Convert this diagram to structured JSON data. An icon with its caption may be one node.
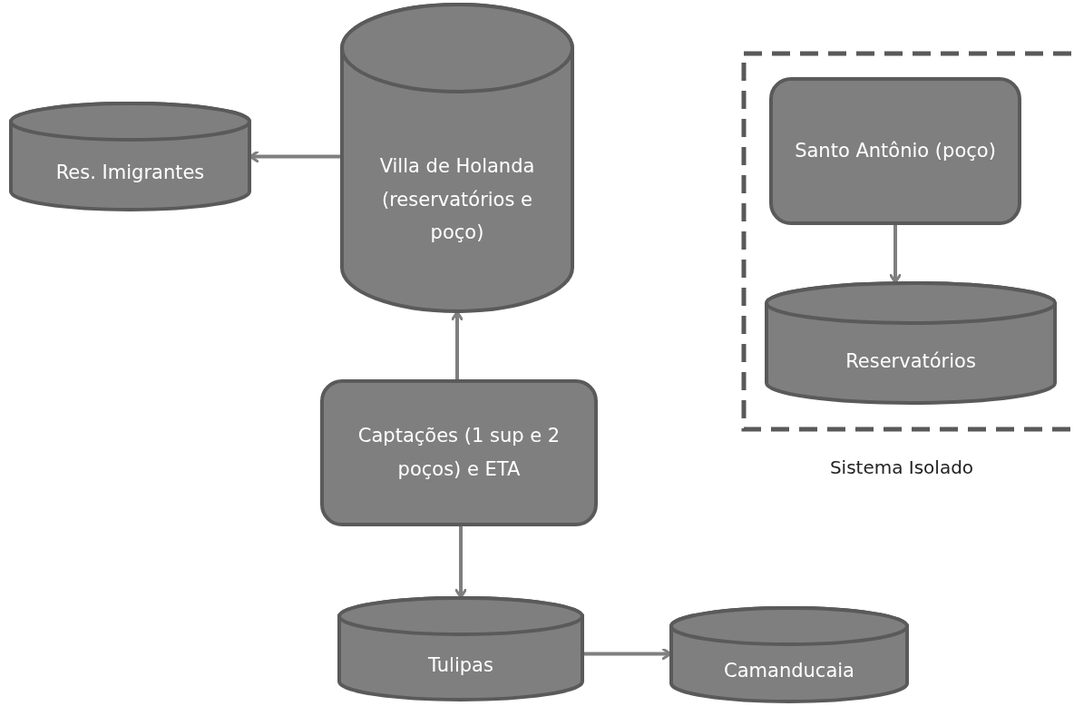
{
  "diagram": {
    "nodes": [
      {
        "text": [
          "Res. Imigrantes"
        ]
      },
      {
        "text": [
          "Villa de Holanda (reservatórios e poço)"
        ]
      },
      {
        "text": [
          "Sistema Isolado"
        ]
      },
      {
        "text": [
          "Santo Antônio (poço)"
        ],
        "in": 2
      },
      {
        "text": [
          "Reservatórios"
        ],
        "in": 2
      },
      {
        "text": [
          "Captações (1 sup e 2 poços) e ETA"
        ]
      },
      {
        "text": [
          "Tulipas"
        ]
      },
      {
        "text": [
          "Camanducaia"
        ]
      }
    ],
    "edges": [
      {
        "from": 1,
        "to": 0,
        "arrow": "to"
      },
      {
        "from": 3,
        "to": 4,
        "arrow": "to"
      },
      {
        "from": 5,
        "to": 1,
        "arrow": "to"
      },
      {
        "from": 5,
        "to": 6,
        "arrow": "to"
      },
      {
        "from": 6,
        "to": 7,
        "arrow": "to"
      }
    ]
  }
}
